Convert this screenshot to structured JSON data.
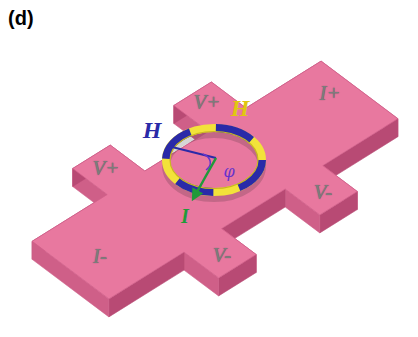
{
  "diagram": {
    "labels": [
      "(d)",
      "H",
      "H",
      "V+",
      "I+",
      "V+",
      "φ",
      "V-",
      "I",
      "V-",
      "I-"
    ]
  }
}
